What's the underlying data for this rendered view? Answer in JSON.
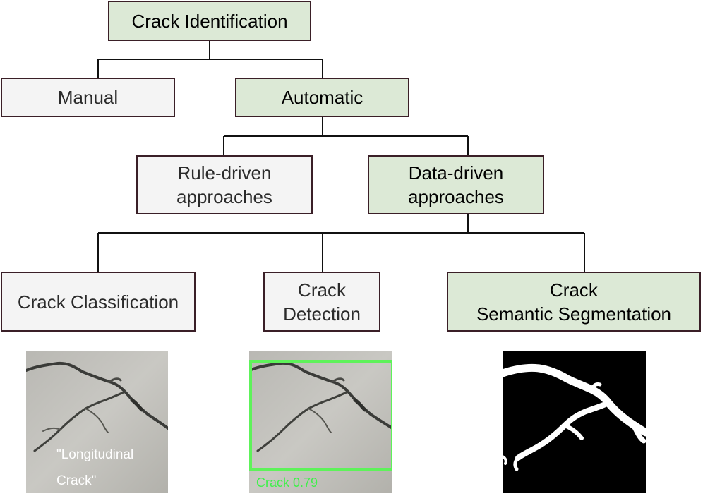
{
  "tree": {
    "root": "Crack Identification",
    "manual": "Manual",
    "automatic": "Automatic",
    "rule_driven": "Rule-driven\napproaches",
    "data_driven": "Data-driven\napproaches",
    "classification": "Crack Classification",
    "detection": "Crack\nDetection",
    "segmentation": "Crack\nSemantic Segmentation"
  },
  "examples": {
    "classification_caption_line1": "\"Longitudinal",
    "classification_caption_line2": "Crack\"",
    "detection_label": "Crack 0.79"
  },
  "colors": {
    "highlight_fill": "#dce9d6",
    "plain_fill": "#f4f4f4",
    "border": "#3a1f27",
    "detection_box": "#5ef25a"
  }
}
